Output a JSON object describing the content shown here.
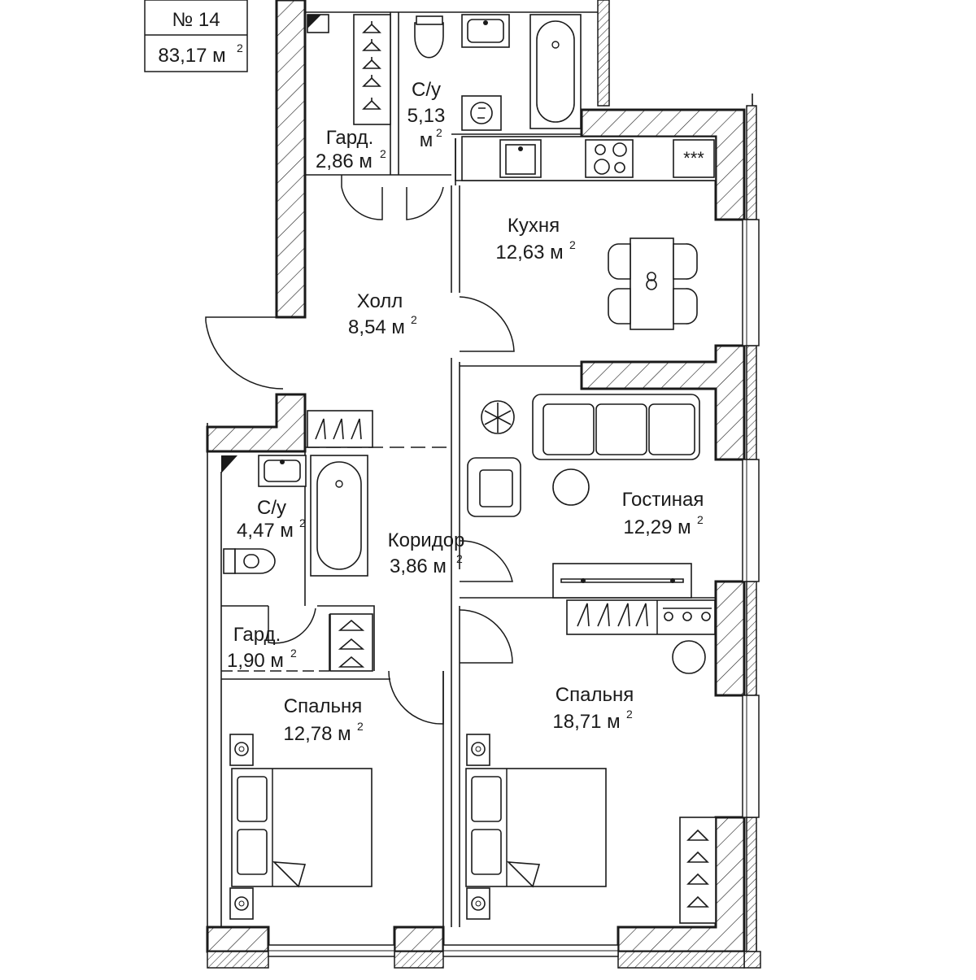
{
  "apartment": {
    "number": "№ 14",
    "total_area": "83,17 м"
  },
  "rooms": [
    {
      "id": "wardrobe-1",
      "name": "Гард.",
      "area": "2,86 м"
    },
    {
      "id": "bathroom-1",
      "name": "С/у",
      "area_line1": "5,13",
      "area_line2": "м"
    },
    {
      "id": "kitchen",
      "name": "Кухня",
      "area": "12,63 м"
    },
    {
      "id": "hall",
      "name": "Холл",
      "area": "8,54 м"
    },
    {
      "id": "living",
      "name": "Гостиная",
      "area": "12,29 м"
    },
    {
      "id": "bathroom-2",
      "name": "С/у",
      "area": "4,47 м"
    },
    {
      "id": "corridor",
      "name": "Коридор",
      "area": "3,86 м"
    },
    {
      "id": "wardrobe-2",
      "name": "Гард.",
      "area": "1,90 м"
    },
    {
      "id": "bedroom-1",
      "name": "Спальня",
      "area": "12,78 м"
    },
    {
      "id": "bedroom-2",
      "name": "Спальня",
      "area": "18,71 м"
    }
  ],
  "superscript": "2",
  "hob_icon": "***"
}
